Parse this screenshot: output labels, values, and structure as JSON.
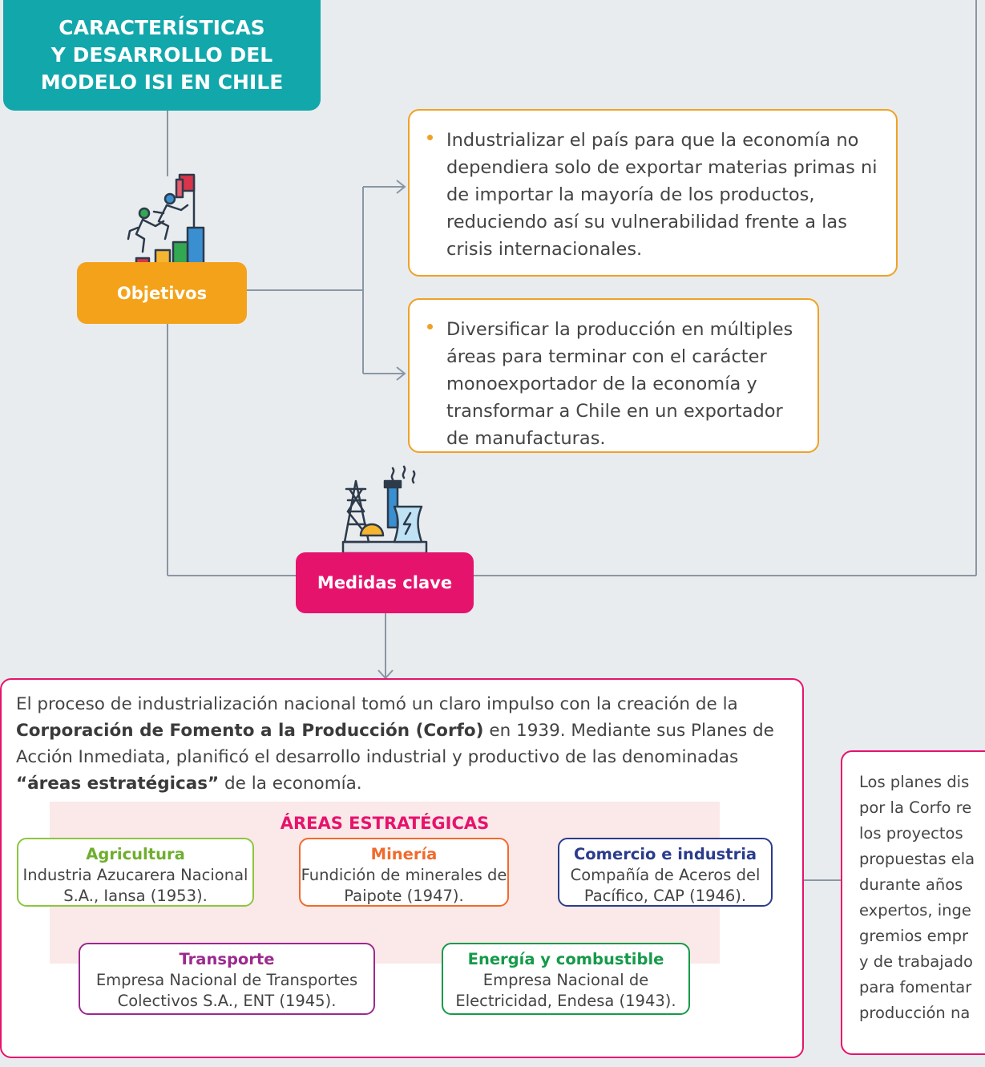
{
  "title": {
    "line1": "CARACTERÍSTICAS",
    "line2": "Y DESARROLLO DEL",
    "line3": "MODELO ISI EN CHILE"
  },
  "objetivos": {
    "label": "Objetivos",
    "items": [
      "Industrializar el país para que la economía no dependiera solo de exportar materias primas ni de importar la mayoría de los productos, reduciendo así su vulnerabilidad frente a las crisis internacionales.",
      "Diversificar la producción en múltiples áreas para terminar con el carácter monoexportador de la economía y transformar a Chile en un exportador de manufacturas."
    ]
  },
  "medidas": {
    "label": "Medidas clave"
  },
  "corfo": {
    "t1": "El proceso de industrialización nacional tomó un claro impulso con la creación de la ",
    "b1": "Corporación de Fomento a la Producción (Corfo)",
    "t2": " en 1939. Mediante sus Planes de Acción Inmediata, planificó el desarrollo industrial y productivo de las denominadas ",
    "b2": "“áreas estratégicas”",
    "t3": " de la economía."
  },
  "areas": {
    "title": "ÁREAS ESTRATÉGICAS",
    "items": [
      {
        "heading": "Agricultura",
        "text": "Industria Azucarera Nacional S.A., Iansa (1953).",
        "color": "#8cc63f"
      },
      {
        "heading": "Minería",
        "text": "Fundición de minerales de Paipote (1947).",
        "color": "#ef6b2c"
      },
      {
        "heading": "Comercio e industria",
        "text": "Compañía de Aceros del Pacífico, CAP (1946).",
        "color": "#2b3c8c"
      },
      {
        "heading": "Transporte",
        "text": "Empresa Nacional de Transportes Colectivos S.A., ENT (1945).",
        "color": "#9b2a8f"
      },
      {
        "heading": "Energía y combustible",
        "text": "Empresa Nacional de Electricidad, Endesa (1943).",
        "color": "#159a4a"
      }
    ]
  },
  "side": {
    "lines": [
      "Los planes dis",
      "por la Corfo re",
      "los proyectos",
      "propuestas ela",
      "durante años",
      "expertos, inge",
      "gremios empr",
      "y de trabajado",
      "para fomentar",
      "producción na"
    ]
  },
  "colors": {
    "teal": "#12a7ab",
    "orange": "#f4a21a",
    "magenta": "#e6136d",
    "connector": "#8a97a3"
  }
}
